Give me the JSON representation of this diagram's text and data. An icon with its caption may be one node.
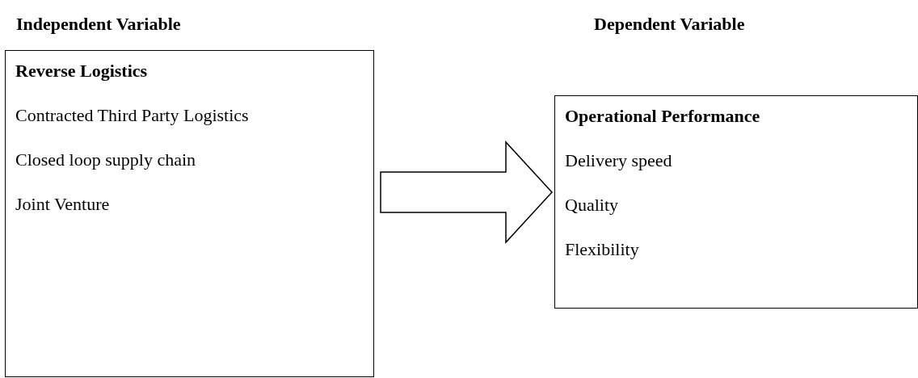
{
  "diagram": {
    "nodes": [
      {
        "text": [
          "Reverse Logistics",
          "Contracted Third Party Logistics",
          "Closed loop supply chain",
          "Joint Venture"
        ]
      },
      {
        "text": [
          "Operational Performance",
          "Delivery speed",
          "Quality",
          "Flexibility"
        ]
      }
    ],
    "edges": [
      {
        "from": 0,
        "to": 1,
        "arrow": "to",
        "style": "thick"
      }
    ],
    "labels": [
      "Independent Variable",
      "Dependent Variable"
    ]
  }
}
